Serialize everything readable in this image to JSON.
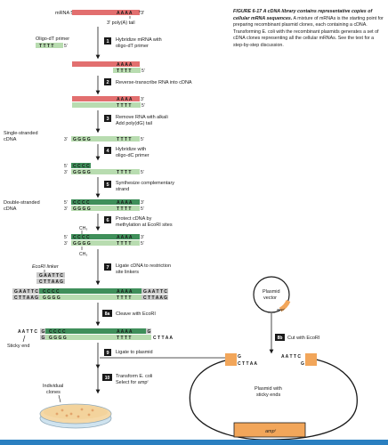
{
  "caption": {
    "label": "FIGURE 6-17",
    "title": "A cDNA library contains representative copies of cellular mRNA sequences.",
    "body": "A mixture of mRNAs is the starting point for preparing recombinant plasmid clones, each containing a cDNA. Transforming E. coli with the recombinant plasmids generates a set of cDNA clones representing all the cellular mRNAs. See the text for a step-by-step discussion."
  },
  "labels": {
    "mrna": "mRNA 5′",
    "mrna_3": "3′",
    "polya_tail": "3′ poly(A) tail",
    "oligo_dt_primer": "Oligo-dT primer",
    "single_stranded_1": "Single-stranded",
    "single_stranded_2": "cDNA",
    "double_stranded_1": "Double-stranded",
    "double_stranded_2": "cDNA",
    "ch3": "CH₃",
    "ecori_linker": "EcoRI linker",
    "sticky_end": "Sticky end",
    "plasmid_vector_1": "Plasmid",
    "plasmid_vector_2": "vector",
    "plasmid_sticky_1": "Plasmid with",
    "plasmid_sticky_2": "sticky ends",
    "amp": "ampʳ",
    "amp_small": "ampʳ",
    "individual_clones_1": "Individual",
    "individual_clones_2": "clones",
    "five": "5′",
    "three": "3′"
  },
  "sequences": {
    "aaaaa": "A A A A",
    "aaaa_n": "A A A A",
    "n": "n",
    "tttt": "T T T T",
    "gggg": "G G G G",
    "cccc": "C C C C",
    "gaattc": "G A A T T C",
    "cttaag": "C T T A A G",
    "aattc": "A A T T C",
    "g": "G",
    "cttaa": "C T T A A"
  },
  "steps": [
    {
      "num": "1",
      "lines": [
        "Hybridize mRNA with",
        "oligo-dT primer"
      ]
    },
    {
      "num": "2",
      "lines": [
        "Reverse-transcribe RNA into cDNA"
      ]
    },
    {
      "num": "3",
      "lines": [
        "Remove RNA with alkali",
        "Add poly(dG) tail"
      ]
    },
    {
      "num": "4",
      "lines": [
        "Hybridize with",
        "oligo-dC primer"
      ]
    },
    {
      "num": "5",
      "lines": [
        "Synthesize complementary",
        "strand"
      ]
    },
    {
      "num": "6",
      "lines": [
        "Protect cDNA by",
        "methylation at EcoRI sites"
      ]
    },
    {
      "num": "7",
      "lines": [
        "Ligate cDNA to restriction",
        "site linkers"
      ]
    },
    {
      "num": "8a",
      "lines": [
        "Cleave with EcoRI"
      ]
    },
    {
      "num": "8b",
      "lines": [
        "Cut with EcoRI"
      ]
    },
    {
      "num": "9",
      "lines": [
        "Ligate to plasmid"
      ]
    },
    {
      "num": "10",
      "lines": [
        "Transform E. coli",
        "Select for ampʳ"
      ]
    }
  ],
  "colors": {
    "rna": "#e26f6f",
    "cdna_light": "#b8dcb0",
    "cdna_dark": "#3f8f5a",
    "linker_gray": "#c9c9c9",
    "pink_text": "#d0418e",
    "orange": "#f2a65a",
    "step_box": "#1a1a1a",
    "blue_bar": "#2a7fc0"
  }
}
